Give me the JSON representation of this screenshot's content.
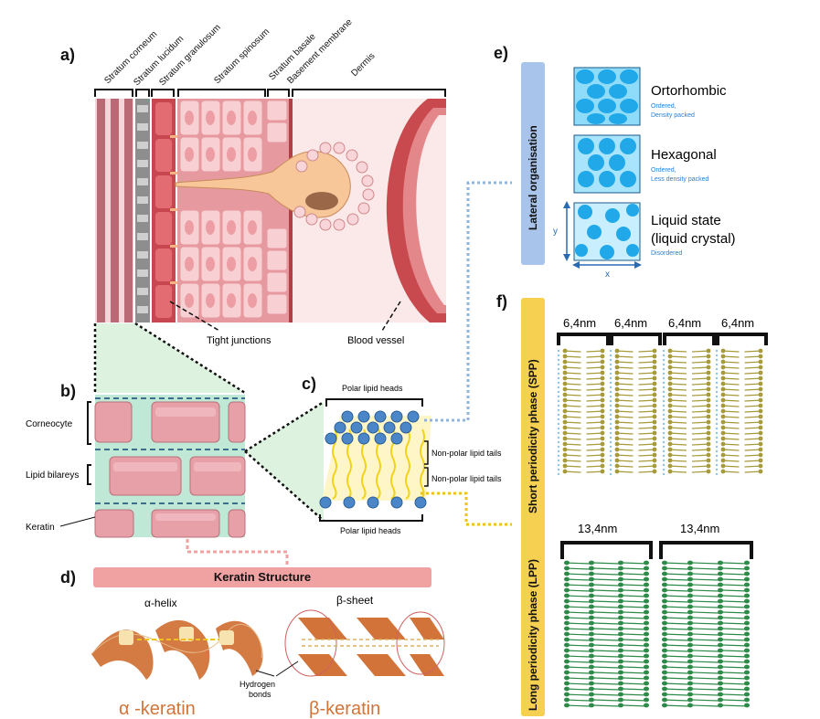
{
  "panels": {
    "a": "a)",
    "b": "b)",
    "c": "c)",
    "d": "d)",
    "e": "e)",
    "f": "f)"
  },
  "skin_layers": [
    "Stratum corneum",
    "Stratum lucidum",
    "Stratum granulosum",
    "Stratum spinosum",
    "Stratum basale",
    "Basement membrane",
    "Dermis"
  ],
  "panel_a": {
    "tight_junctions": "Tight junctions",
    "blood_vessel": "Blood vessel"
  },
  "panel_b": {
    "corneocyte": "Corneocyte",
    "lipid_bilayers": "Lipid bilareys",
    "keratin": "Keratin"
  },
  "panel_c": {
    "top_heads": "Polar lipid heads",
    "tails_1": "Non-polar lipid tails",
    "tails_2": "Non-polar lipid tails",
    "bottom_heads": "Polar lipid heads"
  },
  "panel_d": {
    "title": "Keratin Structure",
    "alpha_helix": "α-helix",
    "beta_sheet": "β-sheet",
    "hydrogen_bonds_1": "Hydrogen",
    "hydrogen_bonds_2": "bonds",
    "alpha_keratin": "α -keratin",
    "beta_keratin": "β-keratin"
  },
  "panel_e": {
    "side_label": "Lateral organisation",
    "orthorhombic": {
      "name": "Ortorhombic",
      "notes": [
        "Ordered,",
        "Density packed"
      ]
    },
    "hexagonal": {
      "name": "Hexagonal",
      "notes": [
        "Ordered,",
        "Less density packed"
      ]
    },
    "liquid": {
      "name_1": "Liquid state",
      "name_2": "(liquid crystal)",
      "notes": [
        "Disordered"
      ]
    },
    "axis_y": "y",
    "axis_x": "x"
  },
  "panel_f": {
    "spp_label": "Short periodicity phase (SPP)",
    "lpp_label": "Long periodicity phase (LPP)",
    "spp_widths": [
      "6,4nm",
      "6,4nm",
      "6,4nm",
      "6,4nm"
    ],
    "lpp_widths": [
      "13,4nm",
      "13,4nm"
    ]
  },
  "colors": {
    "corneocyte": "#e8a0a8",
    "lipid_matrix": "#bfe9d6",
    "lipid_head": "#4a86c8",
    "lipid_tail": "#f3d21b",
    "blue_crystal": "#20a8e8",
    "spp_lipid": "#a69a3a",
    "lpp_lipid": "#2e8a48",
    "keratin_ribbon": "#d2743a",
    "keratin_label": "#d2743a"
  }
}
